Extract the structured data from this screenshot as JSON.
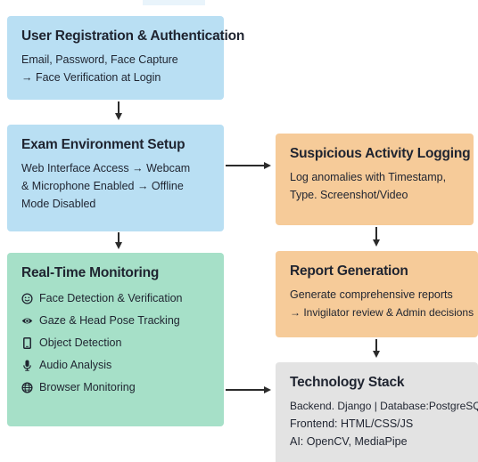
{
  "colors": {
    "blue": "#b9dff3",
    "green": "#a6e0c8",
    "orange": "#f6cb99",
    "gray": "#e3e3e3",
    "arrow": "#2b2b2b"
  },
  "boxes": {
    "registration": {
      "title": "User Registration & Authentication",
      "lines": [
        "Email, Password, Face Capture",
        "→ Face Verification at Login"
      ]
    },
    "environment": {
      "title": "Exam Environment Setup",
      "lines": [
        "Web Interface Access → Webcam",
        "& Microphone Enabled → Offline",
        "Mode Disabled"
      ]
    },
    "monitoring": {
      "title": "Real-Time Monitoring",
      "items": [
        {
          "icon": "smiley-face-icon",
          "label": "Face Detection & Verification"
        },
        {
          "icon": "eye-icon",
          "label": "Gaze & Head Pose Tracking"
        },
        {
          "icon": "phone-icon",
          "label": "Object Detection"
        },
        {
          "icon": "microphone-icon",
          "label": "Audio Analysis"
        },
        {
          "icon": "globe-icon",
          "label": "Browser Monitoring"
        }
      ]
    },
    "logging": {
      "title": "Suspicious Activity Logging",
      "lines": [
        "Log anomalies with Timestamp,",
        "Type. Screenshot/Video"
      ]
    },
    "report": {
      "title": "Report Generation",
      "lines": [
        "Generate comprehensive reports",
        "→ Invigilator review & Admin decisions"
      ]
    },
    "tech": {
      "title": "Technology Stack",
      "lines": [
        "Backend. Django | Database:PostgreSQL",
        "Frontend: HTML/CSS/JS",
        "AI: OpenCV, MediaPipe"
      ]
    }
  }
}
